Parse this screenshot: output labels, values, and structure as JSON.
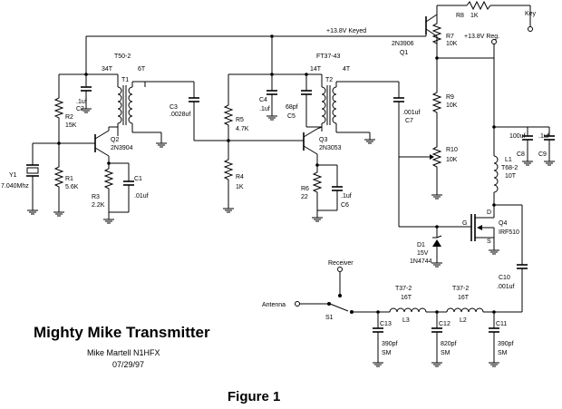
{
  "title": "Mighty Mike Transmitter",
  "author": "Mike Martell   N1HFX",
  "date": "07/29/97",
  "figure_label": "Figure 1",
  "supply": {
    "keyed": "+13.8V Keyed",
    "regulated": "+13.8V Reg.",
    "key": "Key"
  },
  "ports": {
    "antenna": "Antenna",
    "receiver": "Receiver",
    "switch": "S1"
  },
  "crystal": {
    "ref": "Y1",
    "value": "7.040Mhz"
  },
  "transistors": {
    "q1": {
      "ref": "Q1",
      "part": "2N3906"
    },
    "q2": {
      "ref": "Q2",
      "part": "2N3904"
    },
    "q3": {
      "ref": "Q3",
      "part": "2N3053"
    },
    "q4": {
      "ref": "Q4",
      "part": "IRF510",
      "gate": "G",
      "drain": "D",
      "source": "S"
    }
  },
  "resistors": {
    "r1": {
      "ref": "R1",
      "value": "5.6K"
    },
    "r2": {
      "ref": "R2",
      "value": "15K"
    },
    "r3": {
      "ref": "R3",
      "value": "2.2K"
    },
    "r4": {
      "ref": "R4",
      "value": "1K"
    },
    "r5": {
      "ref": "R5",
      "value": "4.7K"
    },
    "r6": {
      "ref": "R6",
      "value": "22"
    },
    "r7": {
      "ref": "R7",
      "value": "10K"
    },
    "r8": {
      "ref": "R8",
      "value": "1K"
    },
    "r9": {
      "ref": "R9",
      "value": "10K"
    },
    "r10": {
      "ref": "R10",
      "value": "10K"
    }
  },
  "capacitors": {
    "c1": {
      "ref": "C1",
      "value": ".01uf"
    },
    "c2": {
      "ref": "C2",
      "value": ".1uf"
    },
    "c3": {
      "ref": "C3",
      "value": ".0028uf"
    },
    "c4": {
      "ref": "C4",
      "value": ".1uf"
    },
    "c5": {
      "ref": "C5",
      "value": "68pf"
    },
    "c6": {
      "ref": "C6",
      "value": ".1uf"
    },
    "c7": {
      "ref": "C7",
      "value": ".001uf"
    },
    "c8": {
      "ref": "C8",
      "value": "100uf"
    },
    "c9": {
      "ref": "C9",
      "value": ".1uf"
    },
    "c10": {
      "ref": "C10",
      "value": ".001uf"
    },
    "c11": {
      "ref": "C11",
      "value": "390pf",
      "type": "SM"
    },
    "c12": {
      "ref": "C12",
      "value": "820pf",
      "type": "SM"
    },
    "c13": {
      "ref": "C13",
      "value": "390pf",
      "type": "SM"
    }
  },
  "transformers": {
    "t1": {
      "ref": "T1",
      "core": "T50-2",
      "primary": "34T",
      "secondary": "6T"
    },
    "t2": {
      "ref": "T2",
      "core": "FT37-43",
      "primary": "14T",
      "secondary": "4T"
    }
  },
  "inductors": {
    "l1": {
      "ref": "L1",
      "core": "T68-2",
      "turns": "10T"
    },
    "l2": {
      "ref": "L2",
      "core": "T37-2",
      "turns": "16T"
    },
    "l3": {
      "ref": "L3",
      "core": "T37-2",
      "turns": "16T"
    }
  },
  "diode": {
    "ref": "D1",
    "voltage": "15V",
    "part": "1N4744"
  }
}
